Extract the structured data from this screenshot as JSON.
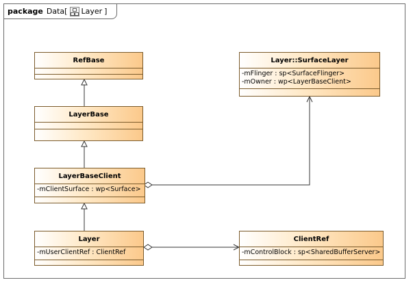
{
  "frame": {
    "keyword": "package",
    "name": "Data",
    "bracket_open": "[",
    "diagram_name": "Layer",
    "bracket_close": "]",
    "icon": "class-diagram-icon"
  },
  "classes": {
    "refbase": {
      "name": "RefBase",
      "attributes": []
    },
    "layerbase": {
      "name": "LayerBase",
      "attributes": []
    },
    "layerbaseclient": {
      "name": "LayerBaseClient",
      "attributes": [
        "-mClientSurface : wp<Surface>"
      ]
    },
    "layer": {
      "name": "Layer",
      "attributes": [
        "-mUserClientRef : ClientRef"
      ]
    },
    "surfacelayer": {
      "name": "Layer::SurfaceLayer",
      "attributes": [
        "-mFlinger : sp<SurfaceFlinger>",
        "-mOwner : wp<LayerBaseClient>"
      ]
    },
    "clientref": {
      "name": "ClientRef",
      "attributes": [
        "-mControlBlock : sp<SharedBufferServer>"
      ]
    }
  },
  "relationships": [
    {
      "type": "generalization",
      "from": "LayerBase",
      "to": "RefBase"
    },
    {
      "type": "generalization",
      "from": "LayerBaseClient",
      "to": "LayerBase"
    },
    {
      "type": "generalization",
      "from": "Layer",
      "to": "LayerBaseClient"
    },
    {
      "type": "aggregation",
      "from": "LayerBaseClient",
      "to": "Layer::SurfaceLayer"
    },
    {
      "type": "aggregation",
      "from": "Layer",
      "to": "ClientRef"
    }
  ],
  "colors": {
    "class_border": "#7a5a2a",
    "class_fill_start": "#ffffff",
    "class_fill_end": "#fbc98b",
    "edge": "#333333"
  }
}
